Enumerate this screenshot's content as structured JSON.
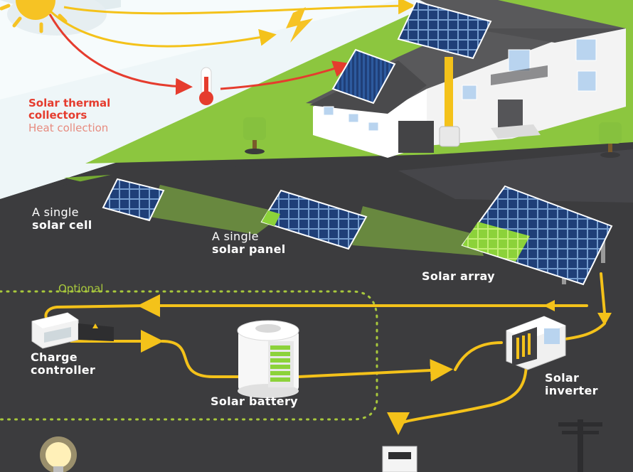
{
  "labels": {
    "thermal_title_1": "Solar thermal",
    "thermal_title_2": "collectors",
    "thermal_subtitle": "Heat collection",
    "cell_line1": "A single",
    "cell_line2": "solar cell",
    "panel_line1": "A single",
    "panel_line2": "solar panel",
    "array": "Solar array",
    "optional": "Optional",
    "charge_line1": "Charge",
    "charge_line2": "controller",
    "battery": "Solar battery",
    "inverter_line1": "Solar",
    "inverter_line2": "inverter"
  },
  "icons": [
    "sun-icon",
    "lightning-bolt-icon",
    "thermometer-icon",
    "light-bulb-icon",
    "utility-pole-icon",
    "electric-meter-icon",
    "warning-icon"
  ],
  "colors": {
    "background": "#3c3c3e",
    "sky": "#eef6f8",
    "grass": "#8cc63f",
    "flow_line": "#f4c21a",
    "thermal_arrow": "#e53c2e",
    "panel_blue": "#1f3f78",
    "accent_green": "#a8d63c",
    "label_text": "#ffffff",
    "thermal_text": "#e53c2e",
    "optional_text": "#a8c83c"
  }
}
